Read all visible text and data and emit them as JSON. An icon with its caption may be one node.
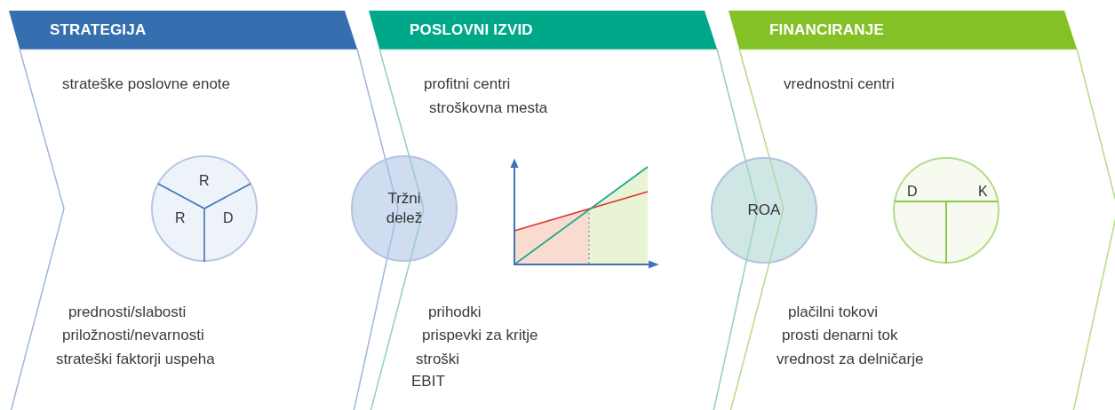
{
  "diagram": {
    "nodes": [
      {
        "text": [
          "STRATEGIJA",
          "strateške poslovne enote",
          "prednosti/slabosti",
          "priložnosti/nevarnosti",
          "strateški faktorji uspeha"
        ]
      },
      {
        "text": [
          "R",
          "R",
          "D"
        ],
        "in": 0
      },
      {
        "text": [
          "Tržni delež"
        ]
      },
      {
        "text": [
          "POSLOVNI IZVID",
          "profitni centri",
          "stroškovna mesta",
          "prihodki",
          "prispevki za kritje",
          "stroški",
          "EBIT"
        ]
      },
      {
        "text": [
          "ROA"
        ]
      },
      {
        "text": [
          "FINANCIRANJE",
          "vrednostni centri",
          "plačilni tokovi",
          "prosti denarni tok",
          "vrednost za delničarje"
        ]
      },
      {
        "text": [
          "D",
          "K"
        ],
        "in": 5
      }
    ]
  }
}
